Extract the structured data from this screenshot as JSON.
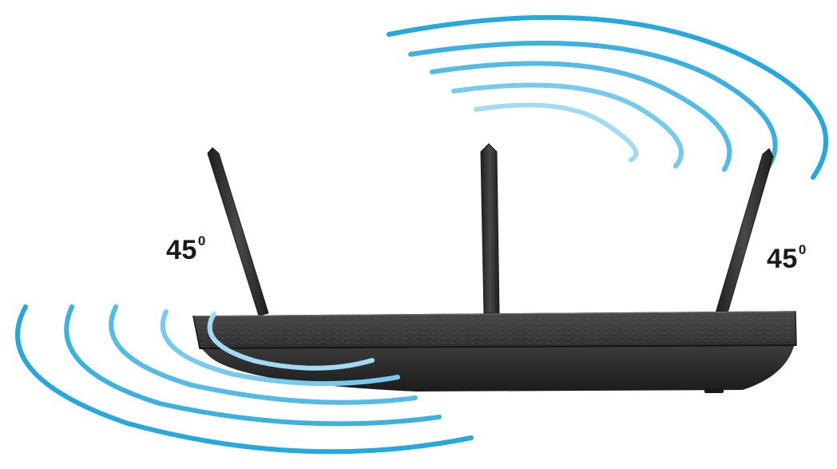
{
  "diagram": {
    "left_label": {
      "value": "45",
      "superscript": "0"
    },
    "right_label": {
      "value": "45",
      "superscript": "0"
    }
  },
  "colors": {
    "wave_dark": "#27a8dc",
    "wave_mid": "#53bbe6",
    "wave_light": "#86d1f0",
    "wave_lightest": "#aee0f5",
    "router_body": "#2b2b2b",
    "router_top": "#3a3a3a",
    "antenna": "#2f2f2f",
    "label_text": "#1a1a1a"
  },
  "icons": {
    "device": "wireless-router-icon",
    "signal": "wifi-signal-waves-icon"
  },
  "router": {
    "antenna_count": 3
  }
}
